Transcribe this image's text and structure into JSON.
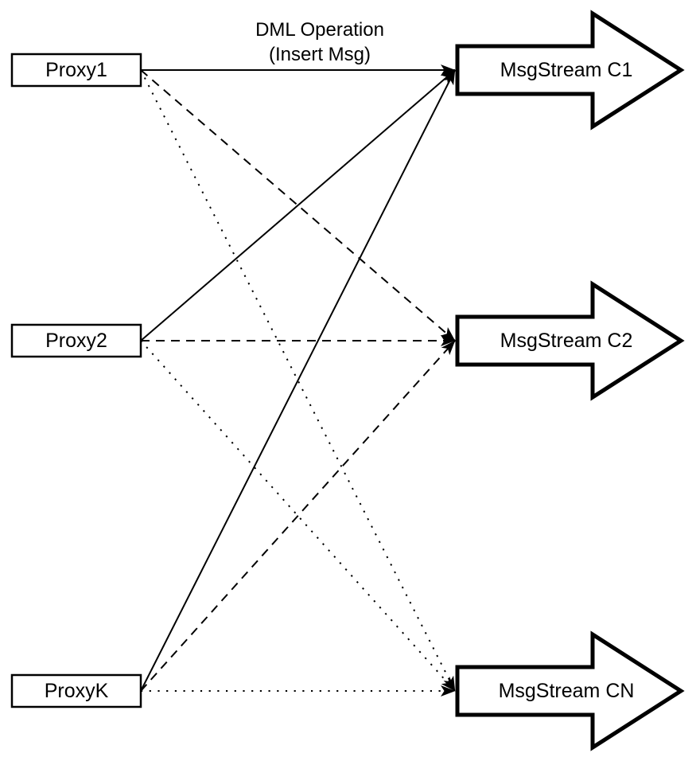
{
  "diagram": {
    "title": {
      "line1": "DML Operation",
      "line2": "(Insert Msg)"
    },
    "proxies": [
      {
        "id": "proxy1",
        "label": "Proxy1"
      },
      {
        "id": "proxy2",
        "label": "Proxy2"
      },
      {
        "id": "proxyk",
        "label": "ProxyK"
      }
    ],
    "streams": [
      {
        "id": "c1",
        "label": "MsgStream C1"
      },
      {
        "id": "c2",
        "label": "MsgStream C2"
      },
      {
        "id": "cn",
        "label": "MsgStream CN"
      }
    ],
    "edges": [
      {
        "from": "proxy1",
        "to": "c1",
        "style": "solid"
      },
      {
        "from": "proxy1",
        "to": "c2",
        "style": "dashed"
      },
      {
        "from": "proxy1",
        "to": "cn",
        "style": "dotted"
      },
      {
        "from": "proxy2",
        "to": "c1",
        "style": "solid"
      },
      {
        "from": "proxy2",
        "to": "c2",
        "style": "dashed"
      },
      {
        "from": "proxy2",
        "to": "cn",
        "style": "dotted"
      },
      {
        "from": "proxyk",
        "to": "c1",
        "style": "solid"
      },
      {
        "from": "proxyk",
        "to": "c2",
        "style": "dashed"
      },
      {
        "from": "proxyk",
        "to": "cn",
        "style": "dotted"
      }
    ],
    "colors": {
      "stroke": "#000000",
      "fill": "#ffffff",
      "background": "#ffffff"
    }
  }
}
